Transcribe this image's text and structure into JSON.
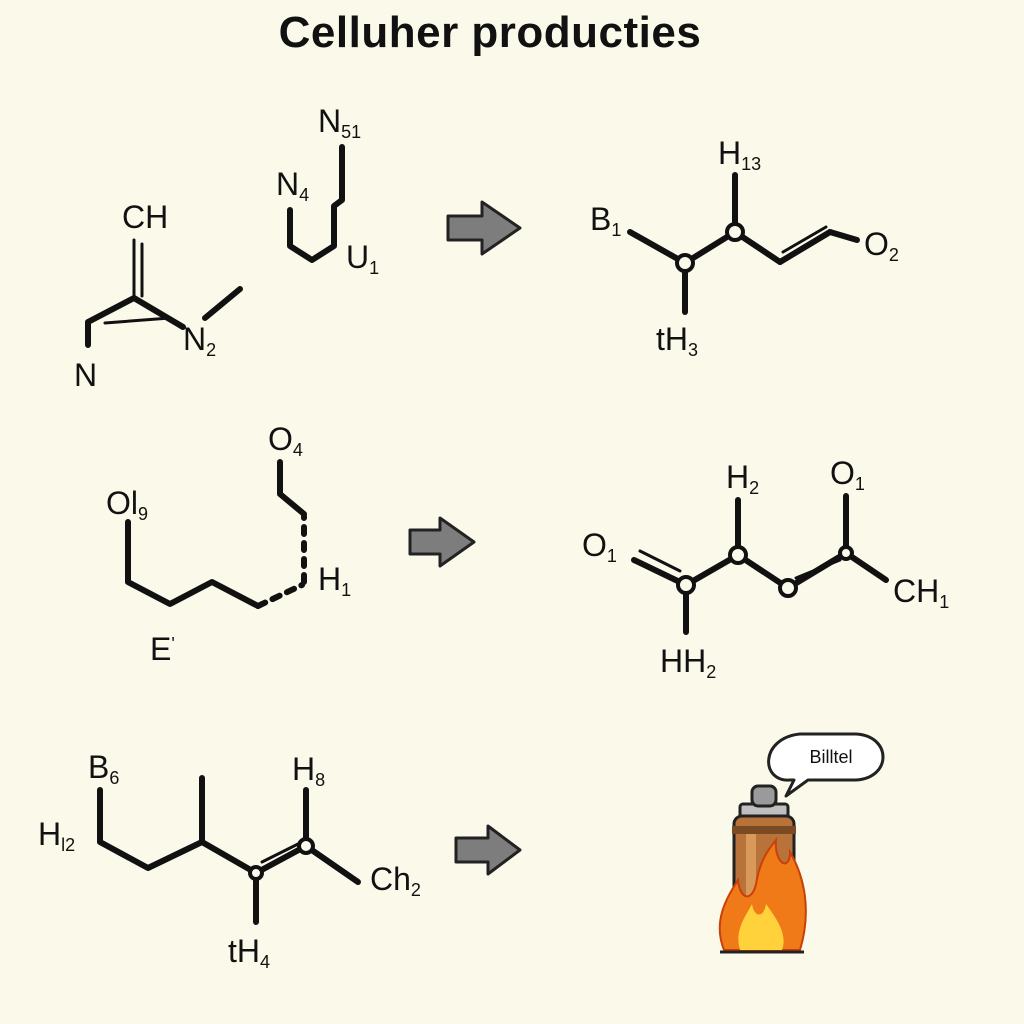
{
  "title": "Celluher producties",
  "reaction1": {
    "reactant_a": {
      "top": "CH",
      "right": "N",
      "right_sub": "2",
      "bottom": "N"
    },
    "reactant_b": {
      "top": "N",
      "top_sub": "51",
      "left": "N",
      "left_sub": "4",
      "right": "U",
      "right_sub": "1"
    },
    "product": {
      "left": "B",
      "left_sub": "1",
      "top": "H",
      "top_sub": "13",
      "right": "O",
      "right_sub": "2",
      "bottom": "tH",
      "bottom_sub": "3"
    }
  },
  "reaction2": {
    "reactant": {
      "top": "O",
      "top_sub": "4",
      "left": "Ol",
      "left_sub": "9",
      "right": "H",
      "right_sub": "1",
      "bottom": "E",
      "bottom_sub": "'"
    },
    "product": {
      "left": "O",
      "left_sub": "1",
      "top": "H",
      "top_sub": "2",
      "top_right": "O",
      "top_right_sub": "1",
      "right": "CH",
      "right_sub": "1",
      "bottom": "HH",
      "bottom_sub": "2"
    }
  },
  "reaction3": {
    "reactant": {
      "top_left": "B",
      "top_left_sub": "6",
      "left": "H",
      "left_sub": "l2",
      "top_right": "H",
      "top_right_sub": "8",
      "right": "Ch",
      "right_sub": "2",
      "bottom": "tH",
      "bottom_sub": "4"
    },
    "product": {
      "speech_bubble": "Billtel",
      "icon": "burning-canister-icon"
    }
  },
  "colors": {
    "background": "#fbfaea",
    "arrow": "#7d7d7d",
    "canister": "#b8733a",
    "flame_outer": "#f07a18",
    "flame_inner": "#ffd23c"
  }
}
